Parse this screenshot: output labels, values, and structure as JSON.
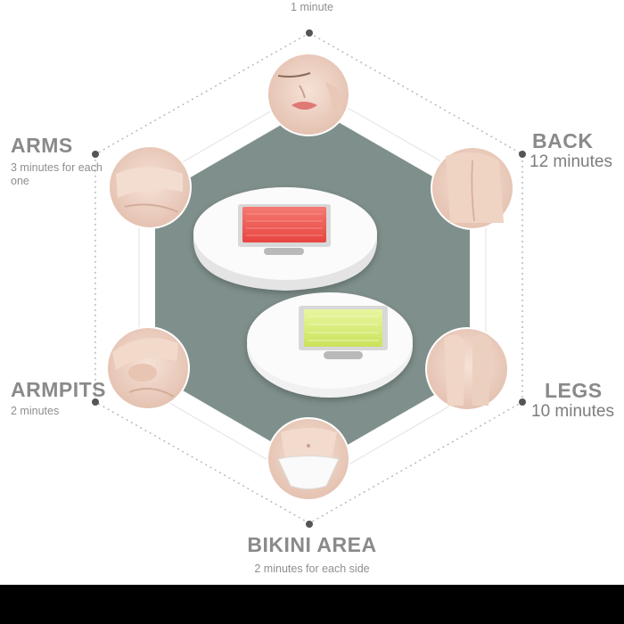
{
  "zones": {
    "face": {
      "subtitle": "1 minute"
    },
    "arms": {
      "title": "ARMS",
      "subtitle": "3 minutes for each one"
    },
    "back": {
      "title": "BACK",
      "subtitle": "12 minutes"
    },
    "armpits": {
      "title": "ARMPITS",
      "subtitle": "2 minutes"
    },
    "legs": {
      "title": "LEGS",
      "subtitle": "10 minutes"
    },
    "bikini": {
      "title": "BIKINI AREA",
      "subtitle": "2 minutes for each side"
    }
  },
  "colors": {
    "hexagon_fill": "#7f908c",
    "outline_dots": "#555555",
    "lamp_red": "#ef5a5a",
    "lamp_yellow": "#d8ee7a"
  }
}
